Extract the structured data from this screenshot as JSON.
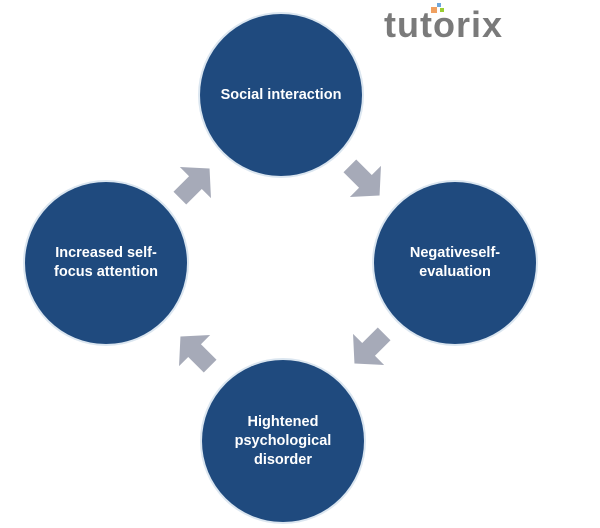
{
  "logo": {
    "text": "tutorix"
  },
  "diagram": {
    "nodes": [
      {
        "label": "Social interaction"
      },
      {
        "label": "Negativeself-evaluation"
      },
      {
        "label": "Hightened psychological disorder"
      },
      {
        "label": "Increased self-focus attention"
      }
    ],
    "colors": {
      "node": "#1f4a7e",
      "arrow": "#a6aab8"
    }
  }
}
